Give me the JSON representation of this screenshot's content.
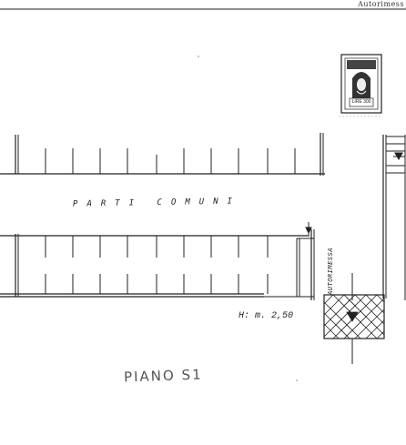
{
  "header": {
    "top_right_text": "Autorimess"
  },
  "stamp": {
    "value_label": "LIRE 300",
    "icon": "revenue-stamp-icon"
  },
  "plan": {
    "corridor_label": "PARTI COMUNI",
    "garage_label": "AUTORIMESSA",
    "height_note": "H: m. 2,50",
    "floor_label": "PIANO S1"
  },
  "colors": {
    "ink": "#222222",
    "paper": "#ffffff",
    "pencil": "#666666"
  }
}
